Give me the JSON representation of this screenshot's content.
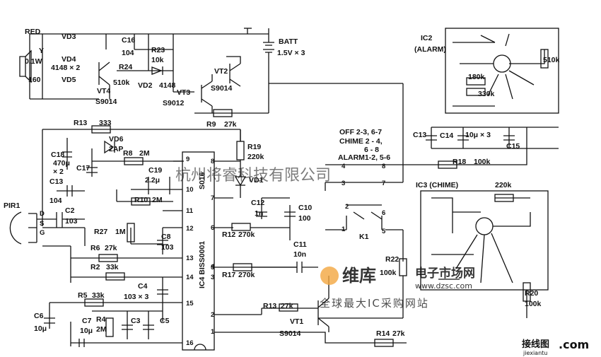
{
  "watermark": {
    "company": "杭州将睿科技有限公司",
    "brand_cn": "维库",
    "brand_sub": "电子市场网",
    "url": "www.dzsc.com",
    "slogan": "全球最大IC采购网站",
    "corner_cn": "接线图",
    "corner_com": ".com",
    "corner_url": "jiexiantu"
  },
  "labels": {
    "red": "RED",
    "vd3": "VD3",
    "y": "Y",
    "vd4": "VD4",
    "w01": "0.1W",
    "d4148x2": "4148 × 2",
    "r160": "160",
    "vd5": "VD5",
    "c16": "C16",
    "c16v": "104",
    "r23": "R23",
    "r23v": "10k",
    "r24": "R24",
    "r24v": "510k",
    "vt4": "VT4",
    "vt4t": "S9014",
    "vd2": "VD2",
    "vd2v": "4148",
    "vt2": "VT2",
    "vt3": "VT3",
    "vt3t": "S9012",
    "s9014b": "S9014",
    "batt": "BATT",
    "battv": "1.5V × 3",
    "r9": "R9",
    "r9v": "27k",
    "r13": "R13",
    "r13v": "333",
    "vd6": "VD6",
    "vd6v": "2AP",
    "r8": "R8",
    "r8v": "2M",
    "c18": "C18",
    "c18v": "470μ",
    "c18x": "× 2",
    "c17": "C17",
    "c19": "C19",
    "c19v": "2.2μ",
    "c13": "C13",
    "c13v": "104",
    "r10": "R10",
    "r10v": "2M",
    "r19": "R19",
    "r19v": "220k",
    "vd1": "VD1",
    "c12": "C12",
    "c12v": "1n",
    "c10": "C10",
    "c10v": "100",
    "pir1": "PIR1",
    "pin_d": "D",
    "pin_s": "S",
    "pin_g": "G",
    "c2": "C2",
    "c2v": "103",
    "r27": "R27",
    "r27v": "1M",
    "c8": "C8",
    "c8v": "103",
    "r6": "R6",
    "r6v": "27k",
    "r12": "R12",
    "r12v": "270k",
    "r2": "R2",
    "r2v": "33k",
    "c11": "C11",
    "c11v": "10n",
    "r17": "R17",
    "r17v": "270k",
    "c4": "C4",
    "c4v": "103 × 3",
    "r5": "R5",
    "r5v": "33k",
    "c6": "C6",
    "c6v": "10μ",
    "c7": "C7",
    "c7v": "10μ",
    "r4": "R4",
    "r4v": "2M",
    "c3": "C3",
    "c5": "C5",
    "r13b": "R13",
    "r13bv": "27k",
    "vt1": "VT1",
    "vt1t": "S9014",
    "r14": "R14",
    "r14v": "27k",
    "ic4": "IC4 BISS0001",
    "s016": "S016",
    "off": "OFF 2-3, 6-7",
    "chime": "CHIME 2 - 4,",
    "chime2": "6 - 8",
    "alarm": "ALARM1-2, 5-6",
    "k1": "K1",
    "r18": "R18",
    "r18v": "100k",
    "r22": "R22",
    "r22v": "100k",
    "r20": "R20",
    "r20v": "100k",
    "ic2": "IC2",
    "ic2n": "(ALARM)",
    "ic3": "IC3 (CHIME)",
    "r510k": "510k",
    "r180k": "180k",
    "r330k": "330k",
    "c13b": "C13",
    "c14": "C14",
    "c10x3": "10μ × 3",
    "c15": "C15",
    "r220k": "220k",
    "pin9": "9",
    "pin10": "10",
    "pin11": "11",
    "pin12": "12",
    "pin13": "13",
    "pin14": "14",
    "pin15": "15",
    "pin16": "16",
    "pin8": "8",
    "pin7": "7",
    "pin6": "6",
    "pin5": "5",
    "pin4": "4",
    "pin3": "3",
    "pin2": "2",
    "pin1": "1",
    "sw4": "4",
    "sw8": "8",
    "sw3": "3",
    "sw7": "7",
    "sw2": "2",
    "sw6": "6",
    "sw1": "1",
    "sw5": "5"
  }
}
